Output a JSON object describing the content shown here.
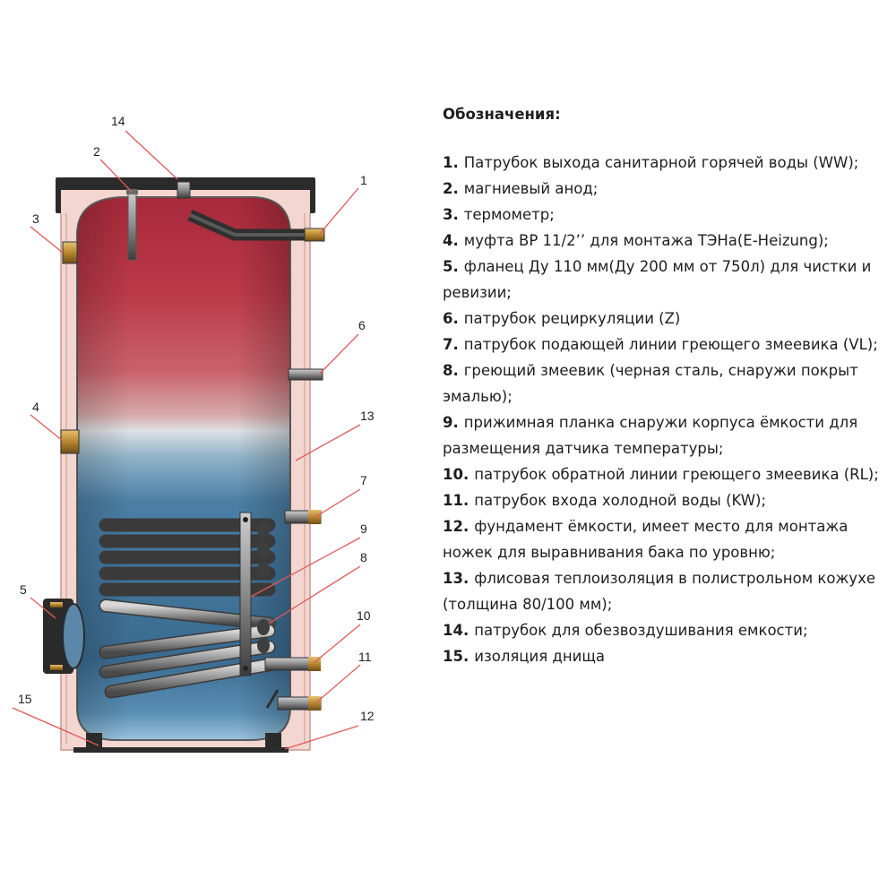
{
  "legend": {
    "title": "Обозначения:",
    "items": [
      {
        "num": "1.",
        "text": "Патрубок выхода санитарной горячей воды (WW);"
      },
      {
        "num": "2.",
        "text": "магниевый анод;"
      },
      {
        "num": "3.",
        "text": "термометр;"
      },
      {
        "num": "4.",
        "text": "муфта ВР 11/2’’ для монтажа ТЭНа(E-Heizung);"
      },
      {
        "num": "5.",
        "text": "фланец Ду 110 мм(Ду 200 мм от 750л) для чистки и ревизии;"
      },
      {
        "num": "6.",
        "text": "патрубок рециркуляции (Z)"
      },
      {
        "num": "7.",
        "text": "патрубок подающей линии греющего змеевика (VL);"
      },
      {
        "num": "8.",
        "text": "греющий змеевик (черная сталь, снаружи покрыт эмалью);"
      },
      {
        "num": "9.",
        "text": "прижимная планка снаружи корпуса ёмкости для размещения датчика температуры;"
      },
      {
        "num": "10.",
        "text": "патрубок обратной линии греющего змеевика (RL);"
      },
      {
        "num": "11.",
        "text": "патрубок входа холодной воды (KW);"
      },
      {
        "num": "12.",
        "text": "фундамент ёмкости, имеет место для монтажа ножек для выравнивания бака по уровню;"
      },
      {
        "num": "13.",
        "text": "флисовая теплоизоляция в полистрольном кожухе (толщина 80/100 мм);"
      },
      {
        "num": "14.",
        "text": "патрубок для обезвоздушивания емкости;"
      },
      {
        "num": "15.",
        "text": "изоляция днища"
      }
    ]
  },
  "callouts": [
    "1",
    "2",
    "3",
    "4",
    "5",
    "6",
    "7",
    "8",
    "9",
    "10",
    "11",
    "12",
    "13",
    "14",
    "15"
  ],
  "colors": {
    "hot": "#b8323d",
    "cold": "#3c6f95",
    "insulation": "#f3d6cf",
    "cover": "#2b2b2b",
    "leader": "#e05a5a",
    "pipe": "#8a8a8a",
    "fitting": "#b8862e"
  }
}
